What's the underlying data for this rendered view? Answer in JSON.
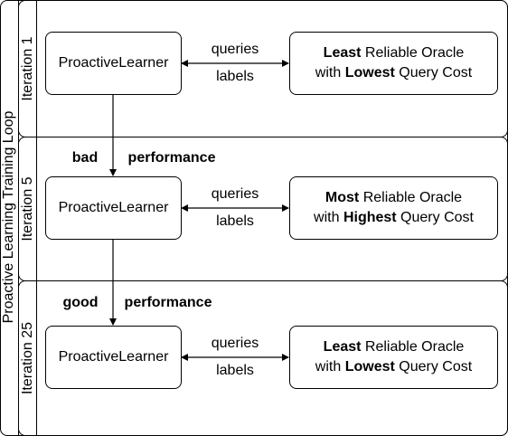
{
  "pool_title": "Proactive Learning Training Loop",
  "lanes": [
    {
      "title": "Iteration 1",
      "learner": "ProactiveLearner",
      "queries_label": "queries",
      "labels_label": "labels",
      "oracle_line1_bold": "Least",
      "oracle_line1_rest": " Reliable Oracle",
      "oracle_line2_pre": "with ",
      "oracle_line2_bold": "Lowest",
      "oracle_line2_rest": " Query Cost"
    },
    {
      "title": "Iteration 5",
      "learner": "ProactiveLearner",
      "queries_label": "queries",
      "labels_label": "labels",
      "oracle_line1_bold": "Most",
      "oracle_line1_rest": " Reliable Oracle",
      "oracle_line2_pre": "with ",
      "oracle_line2_bold": "Highest",
      "oracle_line2_rest": " Query Cost"
    },
    {
      "title": "Iteration 25",
      "learner": "ProactiveLearner",
      "queries_label": "queries",
      "labels_label": "labels",
      "oracle_line1_bold": "Least",
      "oracle_line1_rest": " Reliable Oracle",
      "oracle_line2_pre": "with ",
      "oracle_line2_bold": "Lowest",
      "oracle_line2_rest": " Query Cost"
    }
  ],
  "transitions": [
    {
      "word1": "bad",
      "word2": "performance"
    },
    {
      "word1": "good",
      "word2": "performance"
    }
  ]
}
